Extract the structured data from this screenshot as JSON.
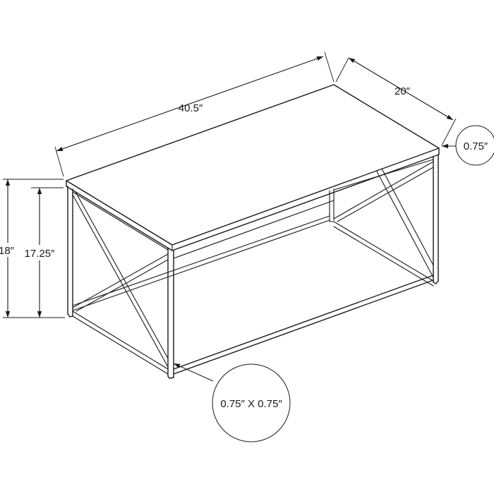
{
  "dimensions": {
    "length": "40.5″",
    "depth": "20″",
    "top_thickness": "0.75″",
    "height": "18″",
    "leg_height": "17.25″",
    "leg_section": "0.75″ X 0.75″"
  }
}
